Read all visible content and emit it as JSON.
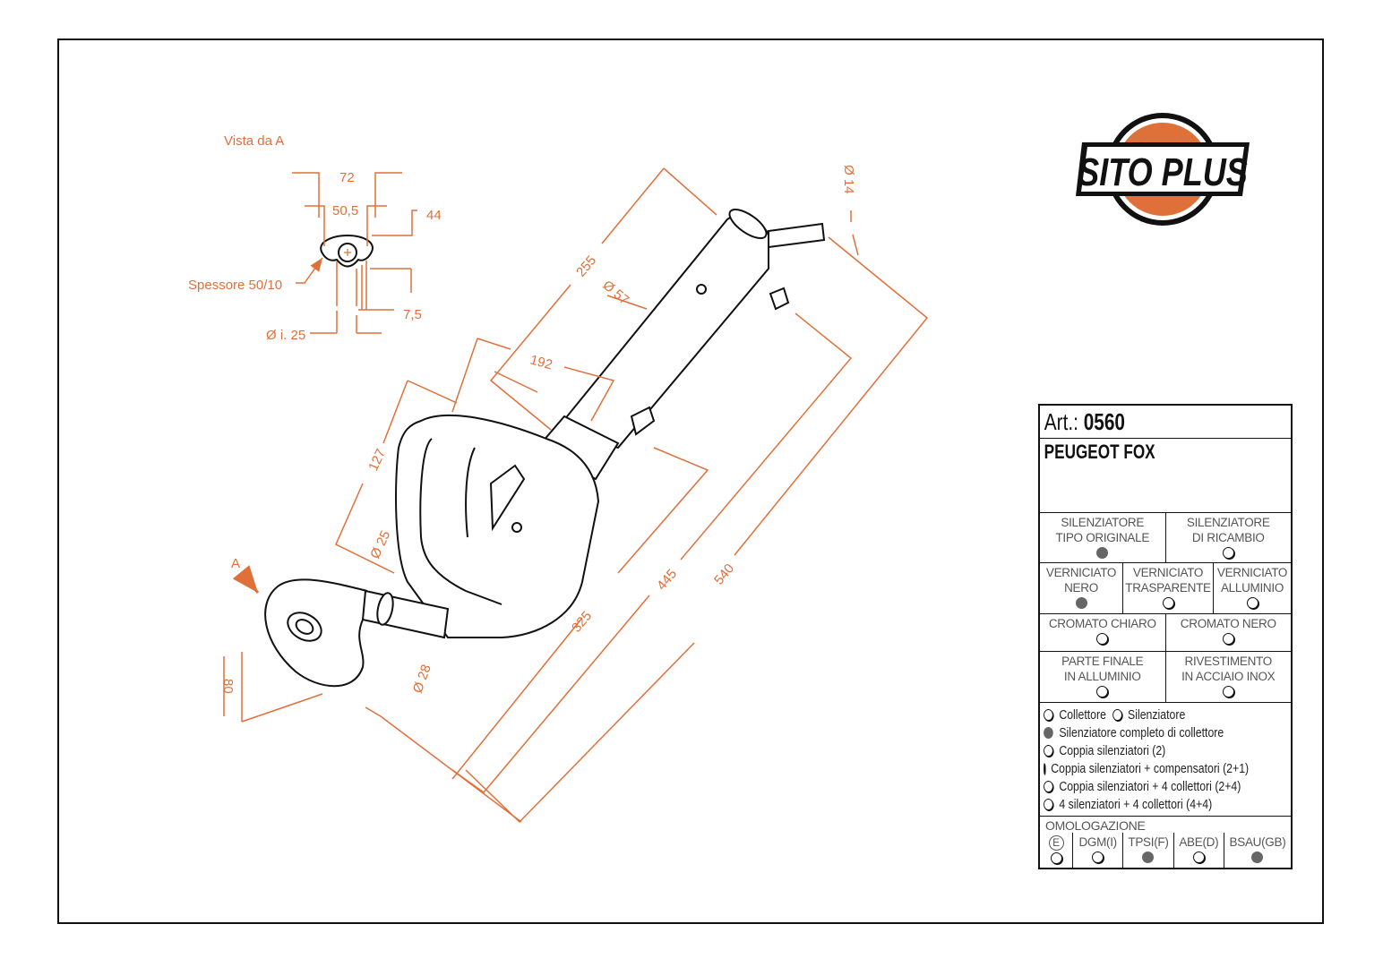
{
  "colors": {
    "dimension": "#e0703a",
    "logo_orange": "#e0703a",
    "line": "#111111",
    "selected": "#666666"
  },
  "logo": {
    "text": "SITO PLUS"
  },
  "view": {
    "title": "Vista da  A",
    "dim_72": "72",
    "dim_50_5": "50,5",
    "dim_44": "44",
    "dim_7_5": "7,5",
    "thickness": "Spessore 50/10",
    "inner_diameter": "Ø i. 25"
  },
  "dimensions": {
    "d255": "255",
    "d57": "Ø 57",
    "d192": "192",
    "d127": "127",
    "d25": "Ø 25",
    "d325": "325",
    "d445": "445",
    "d540": "540",
    "d28": "Ø 28",
    "d80": "80",
    "d14": "Ø 14",
    "view_arrow": "A"
  },
  "table": {
    "art_label": "Art.:",
    "art_number": "0560",
    "model": "PEUGEOT FOX",
    "type_row": [
      {
        "label": "SILENZIATORE\nTIPO ORIGINALE",
        "selected": true
      },
      {
        "label": "SILENZIATORE\nDI RICAMBIO",
        "selected": false
      }
    ],
    "paint_row": [
      {
        "label": "VERNICIATO\nNERO",
        "selected": true
      },
      {
        "label": "VERNICIATO\nTRASPARENTE",
        "selected": false
      },
      {
        "label": "VERNICIATO\nALLUMINIO",
        "selected": false
      }
    ],
    "chrome_row": [
      {
        "label": "CROMATO CHIARO",
        "selected": false
      },
      {
        "label": "CROMATO NERO",
        "selected": false
      }
    ],
    "finish_row": [
      {
        "label": "PARTE FINALE\nIN ALLUMINIO",
        "selected": false
      },
      {
        "label": "RIVESTIMENTO\nIN ACCIAIO INOX",
        "selected": false
      }
    ],
    "options": {
      "collettore": {
        "label": "Collettore",
        "selected": false
      },
      "silenziatore": {
        "label": "Silenziatore",
        "selected": false
      },
      "list": [
        {
          "label": "Silenziatore completo di collettore",
          "selected": true
        },
        {
          "label": "Coppia silenziatori (2)",
          "selected": false
        },
        {
          "label": "Coppia silenziatori + compensatori (2+1)",
          "selected": false
        },
        {
          "label": "Coppia silenziatori + 4 collettori (2+4)",
          "selected": false
        },
        {
          "label": "4 silenziatori + 4 collettori (4+4)",
          "selected": false
        }
      ]
    },
    "homologation": {
      "title": "OMOLOGAZIONE",
      "items": [
        {
          "label": "E",
          "selected": false
        },
        {
          "label": "DGM(I)",
          "selected": false
        },
        {
          "label": "TPSI(F)",
          "selected": true
        },
        {
          "label": "ABE(D)",
          "selected": false
        },
        {
          "label": "BSAU(GB)",
          "selected": true
        }
      ]
    }
  }
}
